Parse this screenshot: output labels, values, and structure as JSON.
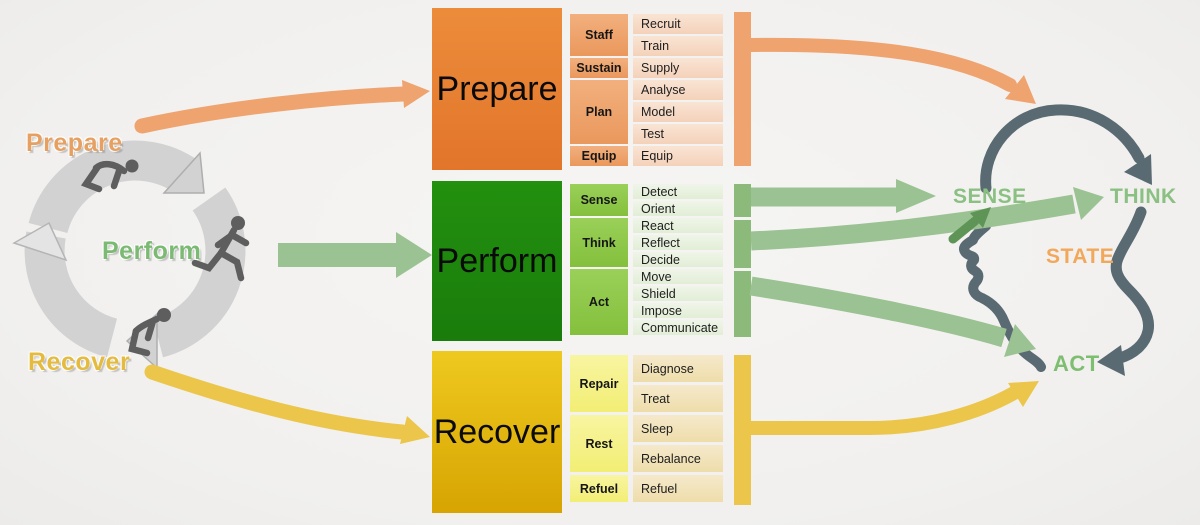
{
  "palette": {
    "background": "#F1F0EE",
    "prepare_box": "#E8812F",
    "prepare_category": "#EFA26E",
    "prepare_item": "#F7DAC3",
    "prepare_arrow": "#EFA36F",
    "perform_box": "#1F8A10",
    "perform_category": "#8FC84C",
    "perform_item": "#E9F1E0",
    "perform_arrow": "#9BC292",
    "perform_bar": "#8CBA7B",
    "perform_arrow_dark": "#5F9457",
    "recover_box": "#E3B80F",
    "recover_category": "#F6F289",
    "recover_item": "#F1E2B9",
    "recover_arrow": "#EBC64B",
    "head_outline": "#5A6A72",
    "cycle_ring": "#D2D2D2",
    "figure_gray": "#5E5E5E",
    "label_prepare": "#E6A062",
    "label_perform": "#7BBA73",
    "label_recover": "#E4BB3E",
    "label_sense_think": "#8BC083",
    "label_act": "#7EBE71",
    "label_state": "#F2A85B"
  },
  "cycle": {
    "prepare_label": "Prepare",
    "perform_label": "Perform",
    "recover_label": "Recover"
  },
  "sections": [
    {
      "title": "Prepare",
      "groups": [
        {
          "label": "Staff",
          "items": [
            "Recruit",
            "Train"
          ]
        },
        {
          "label": "Sustain",
          "items": [
            "Supply"
          ]
        },
        {
          "label": "Plan",
          "items": [
            "Analyse",
            "Model",
            "Test"
          ]
        },
        {
          "label": "Equip",
          "items": [
            "Equip"
          ]
        }
      ]
    },
    {
      "title": "Perform",
      "groups": [
        {
          "label": "Sense",
          "items": [
            "Detect",
            "Orient"
          ]
        },
        {
          "label": "Think",
          "items": [
            "React",
            "Reflect",
            "Decide"
          ]
        },
        {
          "label": "Act",
          "items": [
            "Move",
            "Shield",
            "Impose",
            "Communicate"
          ]
        }
      ]
    },
    {
      "title": "Recover",
      "groups": [
        {
          "label": "Repair",
          "items": [
            "Diagnose",
            "Treat"
          ]
        },
        {
          "label": "Rest",
          "items": [
            "Sleep",
            "Rebalance"
          ]
        },
        {
          "label": "Refuel",
          "items": [
            "Refuel"
          ]
        }
      ]
    }
  ],
  "head": {
    "sense": "SENSE",
    "think": "THINK",
    "state": "STATE",
    "act": "ACT"
  }
}
